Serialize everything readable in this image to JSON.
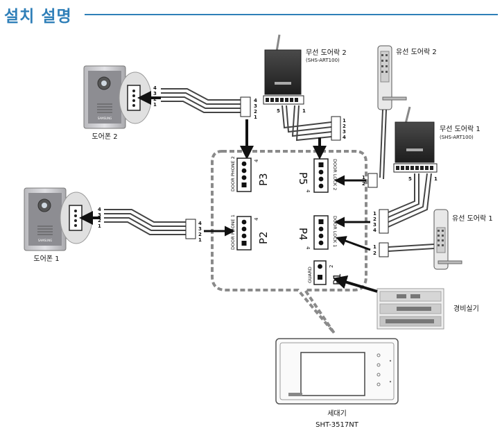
{
  "title": "설치 설명",
  "devices": {
    "doorphone1": "도어폰 1",
    "doorphone2": "도어폰 2",
    "wireless_lock1": {
      "name": "무선 도어락 1",
      "model": "(SHS-ART100)"
    },
    "wireless_lock2": {
      "name": "무선 도어락 2",
      "model": "(SHS-ART100)"
    },
    "wired_lock1": "유선 도어락 1",
    "wired_lock2": "유선 도어락 2",
    "alarm": "경비실기",
    "monitor": {
      "name": "세대기",
      "model": "SHT-3517NT"
    },
    "brand": "SAMSUNG"
  },
  "ports": {
    "p3": {
      "id": "P3",
      "name": "DOOR PHONE 2",
      "pin_top": "4"
    },
    "p2": {
      "id": "P2",
      "name": "DOOR PHONE 1",
      "pin_top": "4"
    },
    "p5": {
      "id": "P5",
      "name": "DOOR LOCK 2",
      "pin_bottom": "4"
    },
    "p4": {
      "id": "P4",
      "name": "DOOR LOCK 1",
      "pin_bottom": "4"
    },
    "p1": {
      "id": "P1",
      "name": "GUARD",
      "pin_top": "2"
    }
  },
  "pins": {
    "n1": "1",
    "n2": "2",
    "n3": "3",
    "n4": "4",
    "n5": "5"
  },
  "colors": {
    "title": "#2f7fb8",
    "dash": "#8a8a8a",
    "wire": "#444444"
  }
}
